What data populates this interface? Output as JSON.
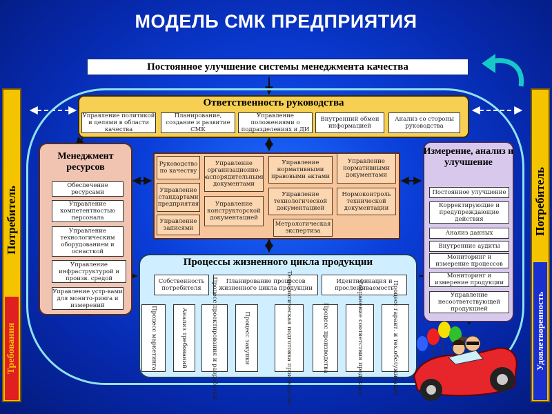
{
  "title": "МОДЕЛЬ СМК ПРЕДПРИЯТИЯ",
  "banner": "Постоянное улучшение системы менеджмента качества",
  "left_sidebar": {
    "label": "Потребитель",
    "sub_label": "Требования"
  },
  "right_sidebar": {
    "label": "Потребитель",
    "sub_label": "Удовлетворенность"
  },
  "management": {
    "title": "Ответственность руководства",
    "items": [
      "Управление политикой и целями в области качества",
      "Планирование, создание и развитие СМК",
      "Управление положениями о подразделениях и ДИ",
      "Внутренний обмен информацией",
      "Анализ со стороны руководства"
    ]
  },
  "resources": {
    "title": "Менеджмент ресурсов",
    "items": [
      "Обеспечение ресурсами",
      "Управление компетентностью персонала",
      "Управление технологическим оборудованием и оснасткой",
      "Управление инфраструктурой и произв. средой",
      "Управление устр-вами для монито-ринга и измерений"
    ]
  },
  "documents": {
    "items": [
      "Руководство по качеству",
      "Управление организационно-распорядительными документами",
      "Управление нормативными правовыми актами",
      "Управление нормативными документами",
      "Управление стандартами предприятия",
      "Управление технологической документацией",
      "Нормоконтроль технической документации",
      "Управление конструкторской документацией",
      "Управление записями",
      "Метрологическая экспертиза"
    ]
  },
  "measurement": {
    "title": "Измерение, анализ и улучшение",
    "items": [
      "Постоянное улучшение",
      "Корректирующие и предупреждающие действия",
      "Анализ данных",
      "Внутренние аудиты",
      "Мониторинг и измерение процессов",
      "Мониторинг и измерение продукции",
      "Управление несоответствующей продукцией"
    ]
  },
  "lifecycle": {
    "title": "Процессы жизненного цикла продукции",
    "top_items": [
      "Собственность потребителя",
      "Планирование процессов жизненного цикла продукции",
      "Идентификация и прослеживаемость"
    ],
    "steps": [
      "Процесс маркетинга",
      "Анализ требований",
      "Процесс проектирования и разработки",
      "Процесс закупки",
      "Технологическая подготовка производства",
      "Процесс производства",
      "Сохранение соответствия продукции",
      "Процесс гарант. и тех.обслуживания"
    ]
  },
  "colors": {
    "background": "#0a3ed8",
    "sidebar": "#f5c400",
    "requirements": "#e02020",
    "satisfaction": "#1a2fd0",
    "management": "#f7cf52",
    "resources": "#f1c4b2",
    "measurement": "#d8c9ec",
    "lifecycle": "#cfeeff",
    "documents": "#f7c59c",
    "oval": "#8fe3f0"
  },
  "icons": [
    "curved-arrow-icon",
    "car-clipart-icon",
    "balloons-icon"
  ]
}
